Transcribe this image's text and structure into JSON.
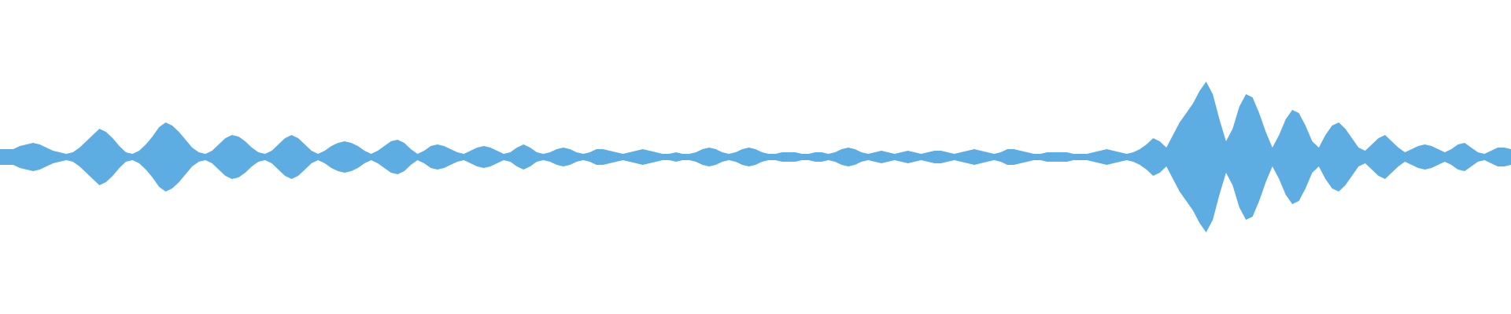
{
  "waveform": {
    "color": "#5dade2",
    "envelope": [
      0.05,
      0.05,
      0.05,
      0.07,
      0.08,
      0.09,
      0.08,
      0.06,
      0.04,
      0.03,
      0.02,
      0.03,
      0.06,
      0.1,
      0.14,
      0.18,
      0.16,
      0.12,
      0.07,
      0.03,
      0.02,
      0.04,
      0.08,
      0.13,
      0.19,
      0.22,
      0.2,
      0.16,
      0.11,
      0.06,
      0.03,
      0.02,
      0.04,
      0.08,
      0.12,
      0.14,
      0.13,
      0.1,
      0.06,
      0.03,
      0.02,
      0.04,
      0.08,
      0.12,
      0.14,
      0.12,
      0.08,
      0.04,
      0.02,
      0.04,
      0.07,
      0.09,
      0.1,
      0.09,
      0.07,
      0.04,
      0.02,
      0.04,
      0.07,
      0.1,
      0.11,
      0.09,
      0.05,
      0.02,
      0.04,
      0.07,
      0.08,
      0.07,
      0.05,
      0.03,
      0.02,
      0.04,
      0.06,
      0.07,
      0.06,
      0.04,
      0.02,
      0.03,
      0.06,
      0.08,
      0.06,
      0.03,
      0.02,
      0.03,
      0.05,
      0.06,
      0.05,
      0.03,
      0.02,
      0.03,
      0.05,
      0.05,
      0.04,
      0.03,
      0.02,
      0.03,
      0.04,
      0.05,
      0.04,
      0.03,
      0.02,
      0.02,
      0.03,
      0.02,
      0.02,
      0.03,
      0.05,
      0.06,
      0.05,
      0.03,
      0.02,
      0.03,
      0.05,
      0.06,
      0.05,
      0.03,
      0.02,
      0.02,
      0.03,
      0.03,
      0.03,
      0.02,
      0.02,
      0.03,
      0.03,
      0.02,
      0.03,
      0.05,
      0.06,
      0.05,
      0.03,
      0.02,
      0.03,
      0.04,
      0.03,
      0.02,
      0.03,
      0.04,
      0.03,
      0.02,
      0.03,
      0.04,
      0.04,
      0.03,
      0.02,
      0.03,
      0.04,
      0.05,
      0.04,
      0.03,
      0.02,
      0.03,
      0.05,
      0.05,
      0.04,
      0.03,
      0.02,
      0.02,
      0.03,
      0.03,
      0.03,
      0.03,
      0.02,
      0.02,
      0.02,
      0.03,
      0.04,
      0.05,
      0.04,
      0.03,
      0.02,
      0.03,
      0.05,
      0.08,
      0.12,
      0.1,
      0.06,
      0.14,
      0.22,
      0.28,
      0.34,
      0.42,
      0.48,
      0.4,
      0.24,
      0.1,
      0.18,
      0.32,
      0.4,
      0.38,
      0.28,
      0.16,
      0.06,
      0.14,
      0.24,
      0.3,
      0.28,
      0.2,
      0.1,
      0.06,
      0.14,
      0.2,
      0.22,
      0.18,
      0.12,
      0.06,
      0.04,
      0.08,
      0.12,
      0.14,
      0.1,
      0.06,
      0.03,
      0.05,
      0.07,
      0.08,
      0.07,
      0.05,
      0.03,
      0.05,
      0.08,
      0.09,
      0.06,
      0.03,
      0.02,
      0.04,
      0.06,
      0.06,
      0.05
    ]
  }
}
